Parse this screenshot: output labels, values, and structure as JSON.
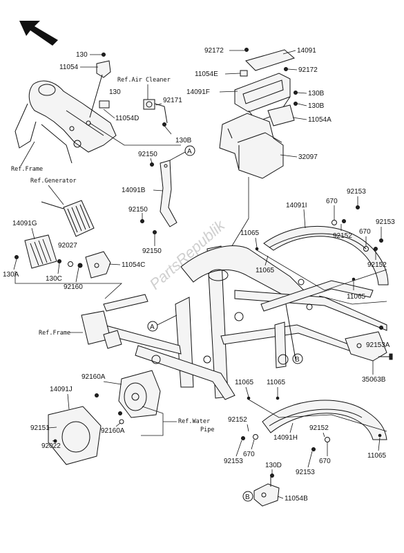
{
  "watermark": "PartsRepublik",
  "refs": {
    "air_cleaner": "Ref.Air Cleaner",
    "frame_top": "Ref.Frame",
    "generator": "Ref.Generator",
    "frame_mid": "Ref.Frame",
    "water_pipe_1": "Ref.Water",
    "water_pipe_2": "Pipe"
  },
  "callouts": {
    "a_top": "A",
    "a_frame": "A",
    "b_frame": "B",
    "b_bottom": "B"
  },
  "labels": {
    "p130": "130",
    "p11054": "11054",
    "p130_mid": "130",
    "p11054D": "11054D",
    "p92171": "92171",
    "p130B_left": "130B",
    "p92172_top": "92172",
    "p14091_top": "14091",
    "p11054E": "11054E",
    "p92172_r": "92172",
    "p14091F": "14091F",
    "p130B_r": "130B",
    "p130B_r2": "130B",
    "p11054A": "11054A",
    "p32097": "32097",
    "p92150_1": "92150",
    "p14091B": "14091B",
    "p92150_2": "92150",
    "p92150_3": "92150",
    "p14091G": "14091G",
    "p92027": "92027",
    "p130A": "130A",
    "p130C": "130C",
    "p92160": "92160",
    "p11054C": "11054C",
    "p14091I": "14091I",
    "p670_1": "670",
    "p92153_1": "92153",
    "p92153_2": "92153",
    "p11065_1": "11065",
    "p92152_1": "92152",
    "p670_2": "670",
    "p11065_2": "11065",
    "p92152_2": "92152",
    "p11065_3": "11065",
    "p92153A": "92153A",
    "p35063B": "35063B",
    "p92160A_1": "92160A",
    "p14091J": "14091J",
    "p92151": "92151",
    "p92160A_2": "92160A",
    "p92022": "92022",
    "p11065_4": "11065",
    "p11065_5": "11065",
    "p92152_3": "92152",
    "p92152_4": "92152",
    "p14091H": "14091H",
    "p670_3": "670",
    "p670_4": "670",
    "p92153_3": "92153",
    "p92153_4": "92153",
    "p11065_6": "11065",
    "p130D": "130D",
    "p11054B": "11054B"
  }
}
